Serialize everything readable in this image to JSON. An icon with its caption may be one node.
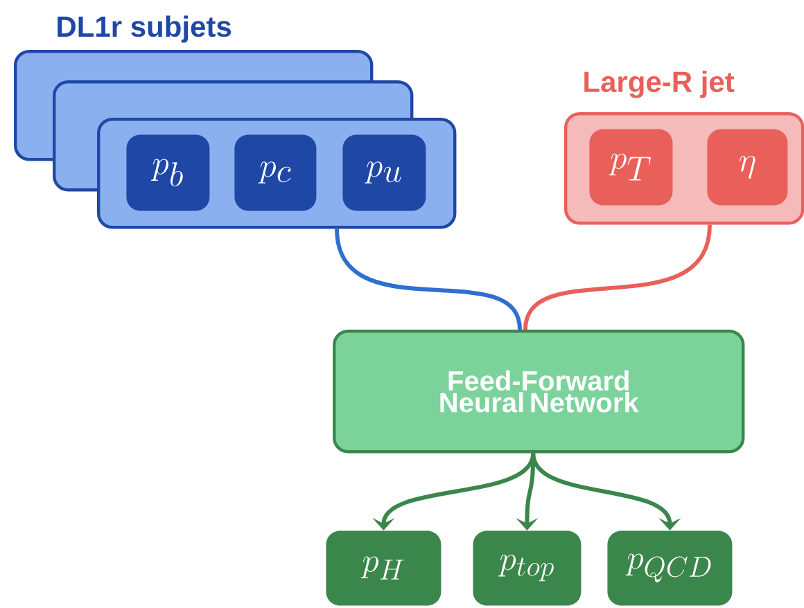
{
  "diagram": {
    "nodes": [
      {
        "text": [],
        "shape": "box"
      },
      {
        "text": [],
        "shape": "box"
      },
      {
        "text": [
          "DL1r subjets"
        ]
      },
      {
        "text": [
          "p_b"
        ],
        "in": 2
      },
      {
        "text": [
          "p_c"
        ],
        "in": 2
      },
      {
        "text": [
          "p_u"
        ],
        "in": 2
      },
      {
        "text": [
          "Large-R jet"
        ]
      },
      {
        "text": [
          "p_T"
        ],
        "in": 6
      },
      {
        "text": [
          "\\eta"
        ],
        "in": 6
      },
      {
        "text": [
          "Feed-Forward Neural Network"
        ]
      },
      {
        "text": [
          "p_H"
        ]
      },
      {
        "text": [
          "p_{top}"
        ]
      },
      {
        "text": [
          "p_{QCD}"
        ]
      }
    ],
    "edges": [
      {
        "from": 2,
        "to": 9,
        "arrow": "none",
        "color": "#2f6fd0"
      },
      {
        "from": 6,
        "to": 9,
        "arrow": "none",
        "color": "#e9605a"
      },
      {
        "from": 9,
        "to": 10,
        "arrow": "to"
      },
      {
        "from": 9,
        "to": 11,
        "arrow": "to"
      },
      {
        "from": 9,
        "to": 12,
        "arrow": "to"
      }
    ]
  }
}
